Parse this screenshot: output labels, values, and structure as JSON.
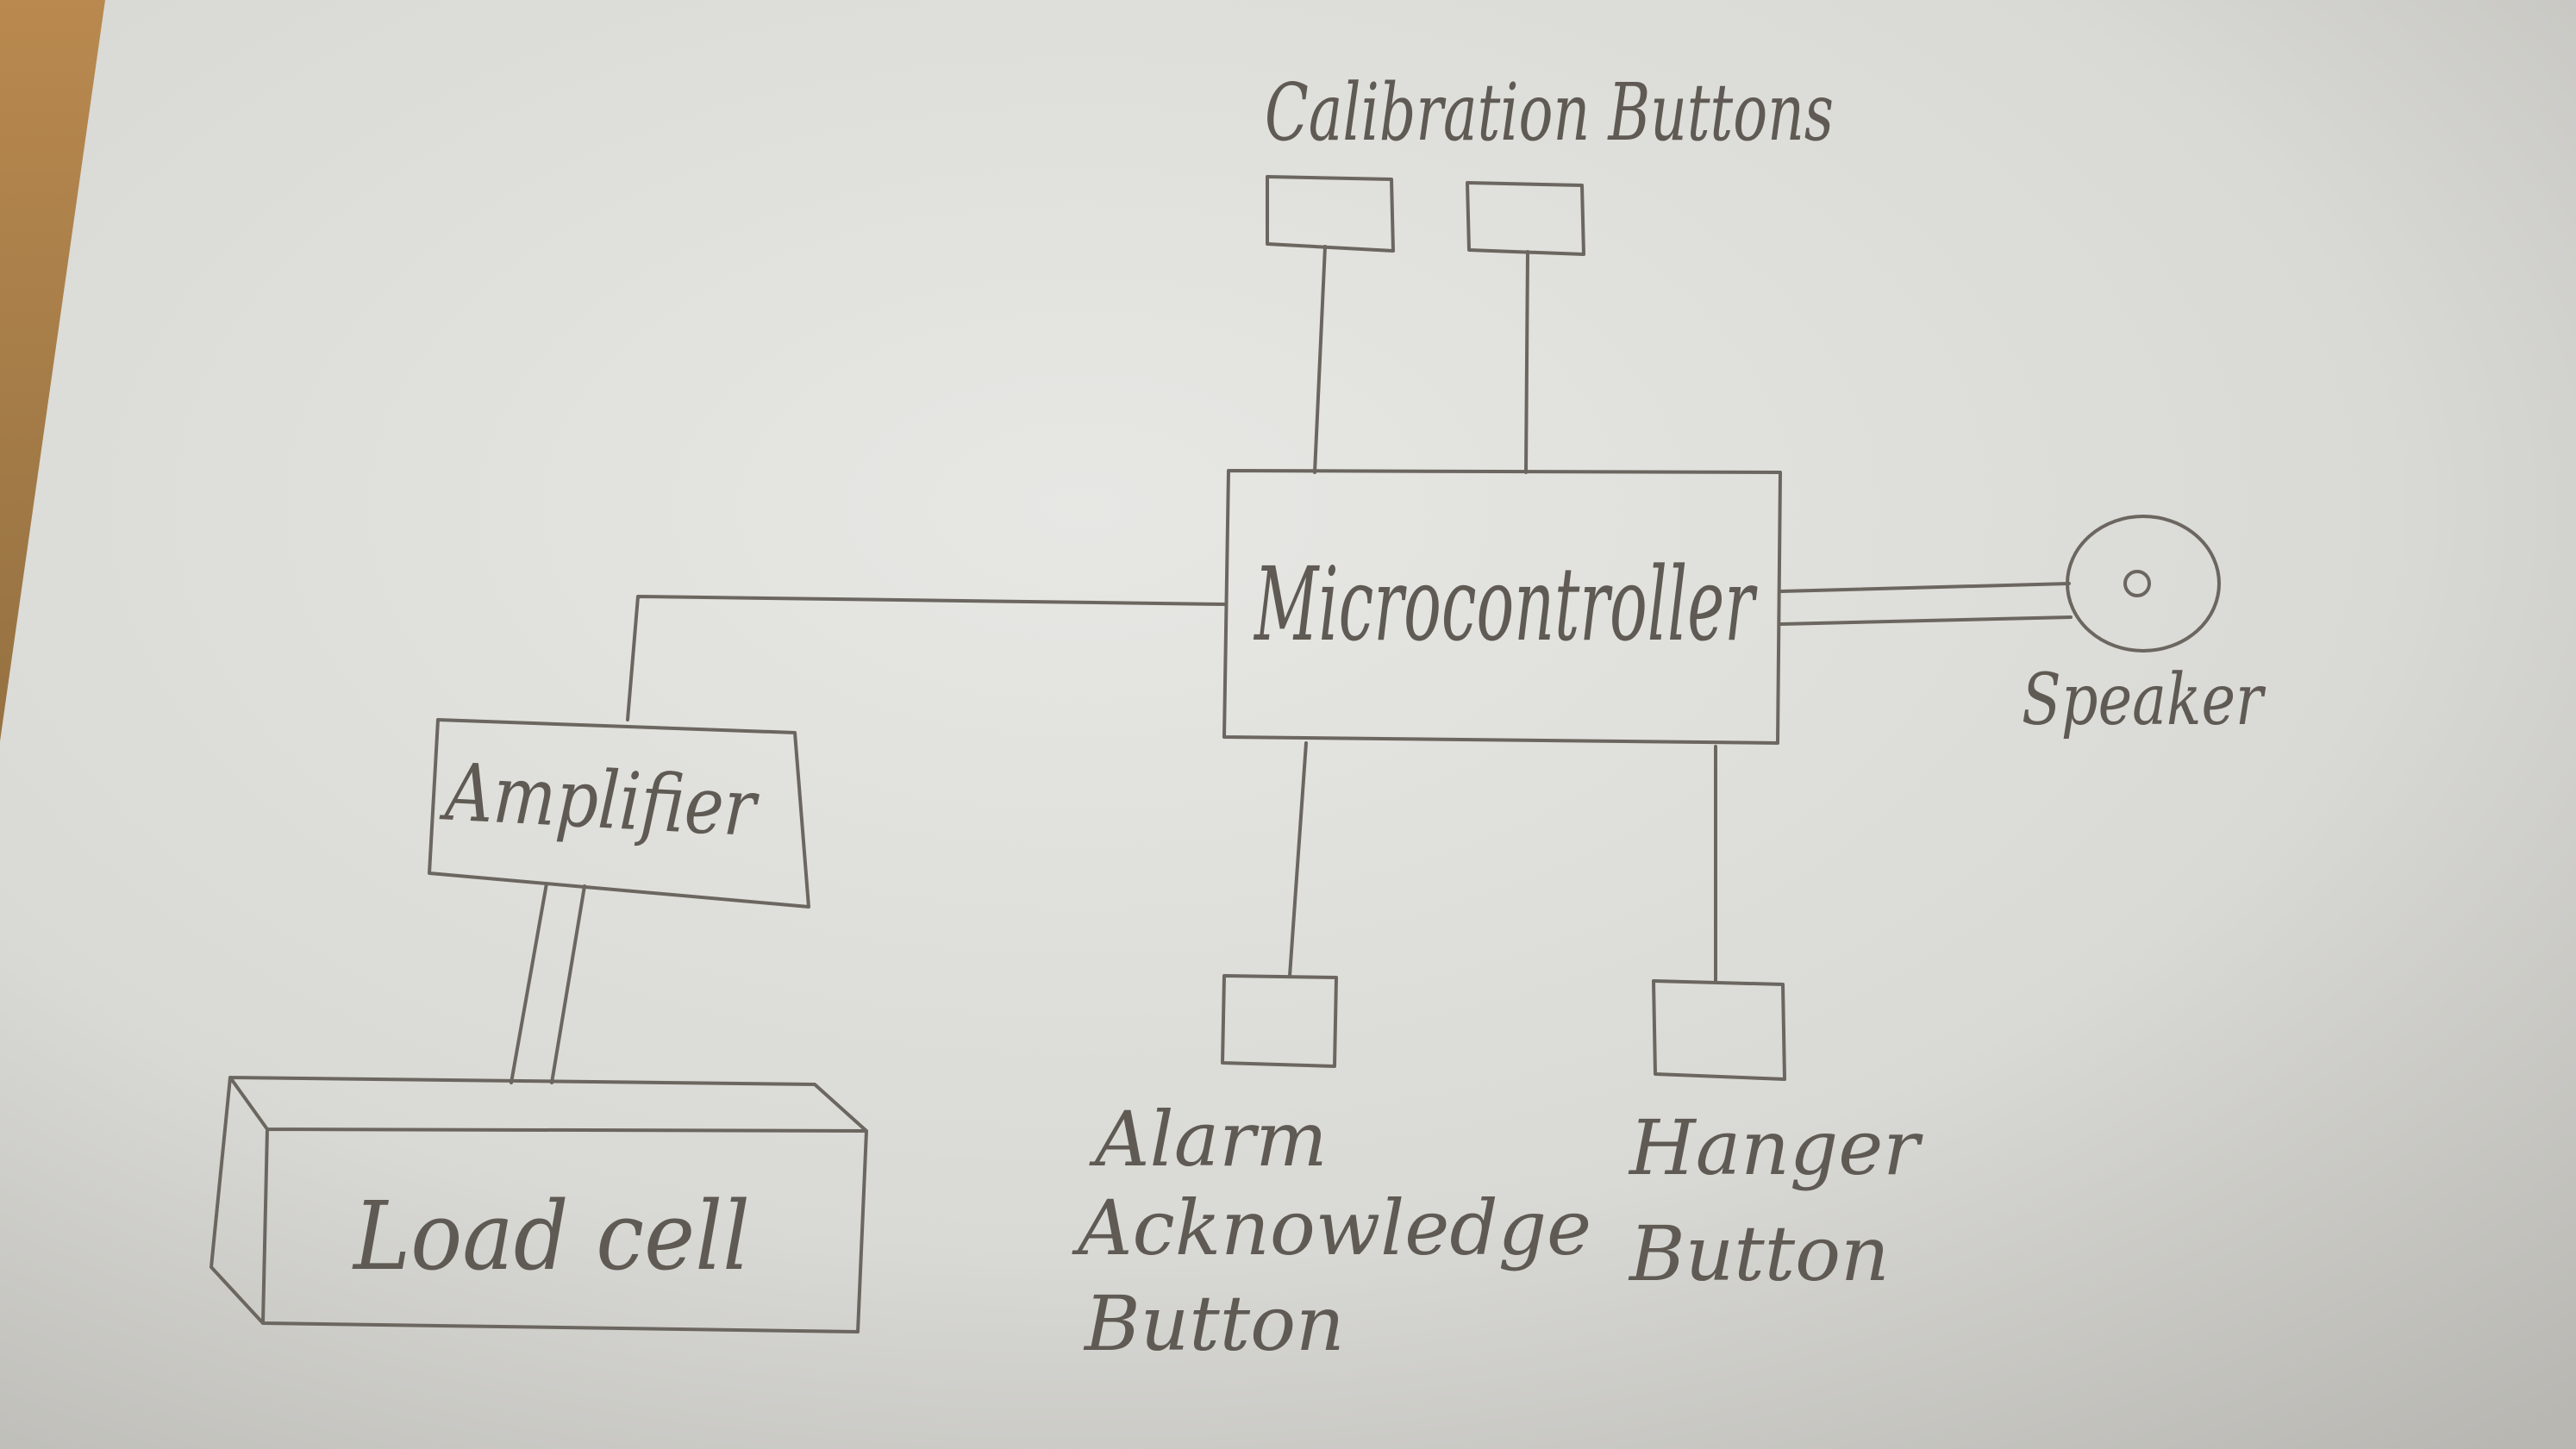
{
  "diagram": {
    "title": "Calibration Buttons",
    "nodes": {
      "microcontroller": "Microcontroller",
      "amplifier": "Amplifier",
      "load_cell": "Load cell",
      "speaker": "Speaker",
      "alarm_button": [
        "Alarm",
        "Acknowledge",
        "Button"
      ],
      "hanger_button": [
        "Hanger",
        "Button"
      ]
    },
    "edges": [
      {
        "from": "calibration-button-1",
        "to": "microcontroller"
      },
      {
        "from": "calibration-button-2",
        "to": "microcontroller"
      },
      {
        "from": "amplifier",
        "to": "microcontroller"
      },
      {
        "from": "load_cell",
        "to": "amplifier"
      },
      {
        "from": "microcontroller",
        "to": "speaker"
      },
      {
        "from": "microcontroller",
        "to": "alarm-acknowledge-button"
      },
      {
        "from": "microcontroller",
        "to": "hanger-button"
      }
    ],
    "colors": {
      "ink": "#6b665f",
      "paper_light": "#e6e6e3",
      "paper_dark": "#bcbbb6",
      "desk": "#9c7644"
    }
  }
}
